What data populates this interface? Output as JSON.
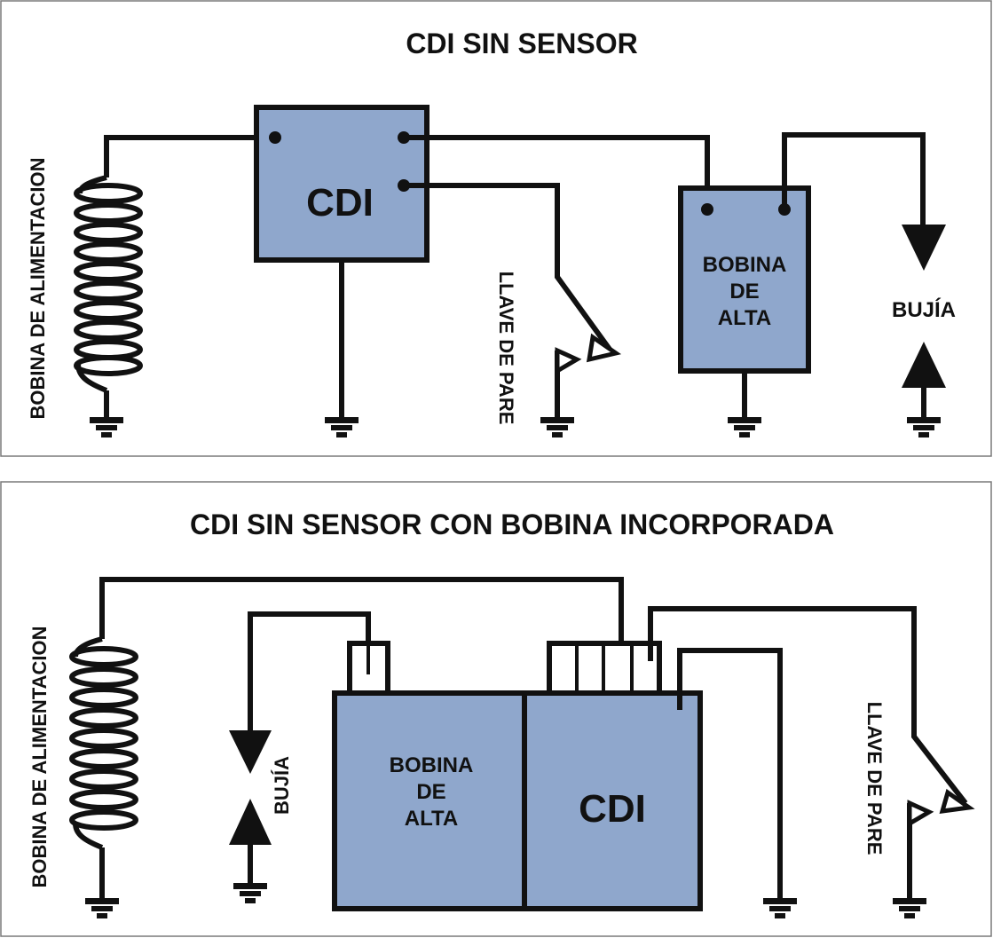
{
  "colors": {
    "component_fill": "#8fa7cc",
    "line": "#111111",
    "panel_border": "#7a7a7a",
    "background": "#ffffff"
  },
  "top_panel": {
    "title": "CDI  SIN SENSOR",
    "coil_label": "BOBINA DE ALIMENTACION",
    "cdi_label": "CDI",
    "stop_switch_label": "LLAVE DE PARE",
    "hv_coil_label": [
      "BOBINA",
      "DE",
      "ALTA"
    ],
    "spark_plug_label": "BUJÍA"
  },
  "bottom_panel": {
    "title": "CDI  SIN SENSOR CON BOBINA INCORPORADA",
    "coil_label": "BOBINA DE ALIMENTACION",
    "spark_plug_label": "BUJÍA",
    "hv_coil_label": [
      "BOBINA",
      "DE",
      "ALTA"
    ],
    "cdi_label": "CDI",
    "stop_switch_label": "LLAVE DE PARE"
  }
}
